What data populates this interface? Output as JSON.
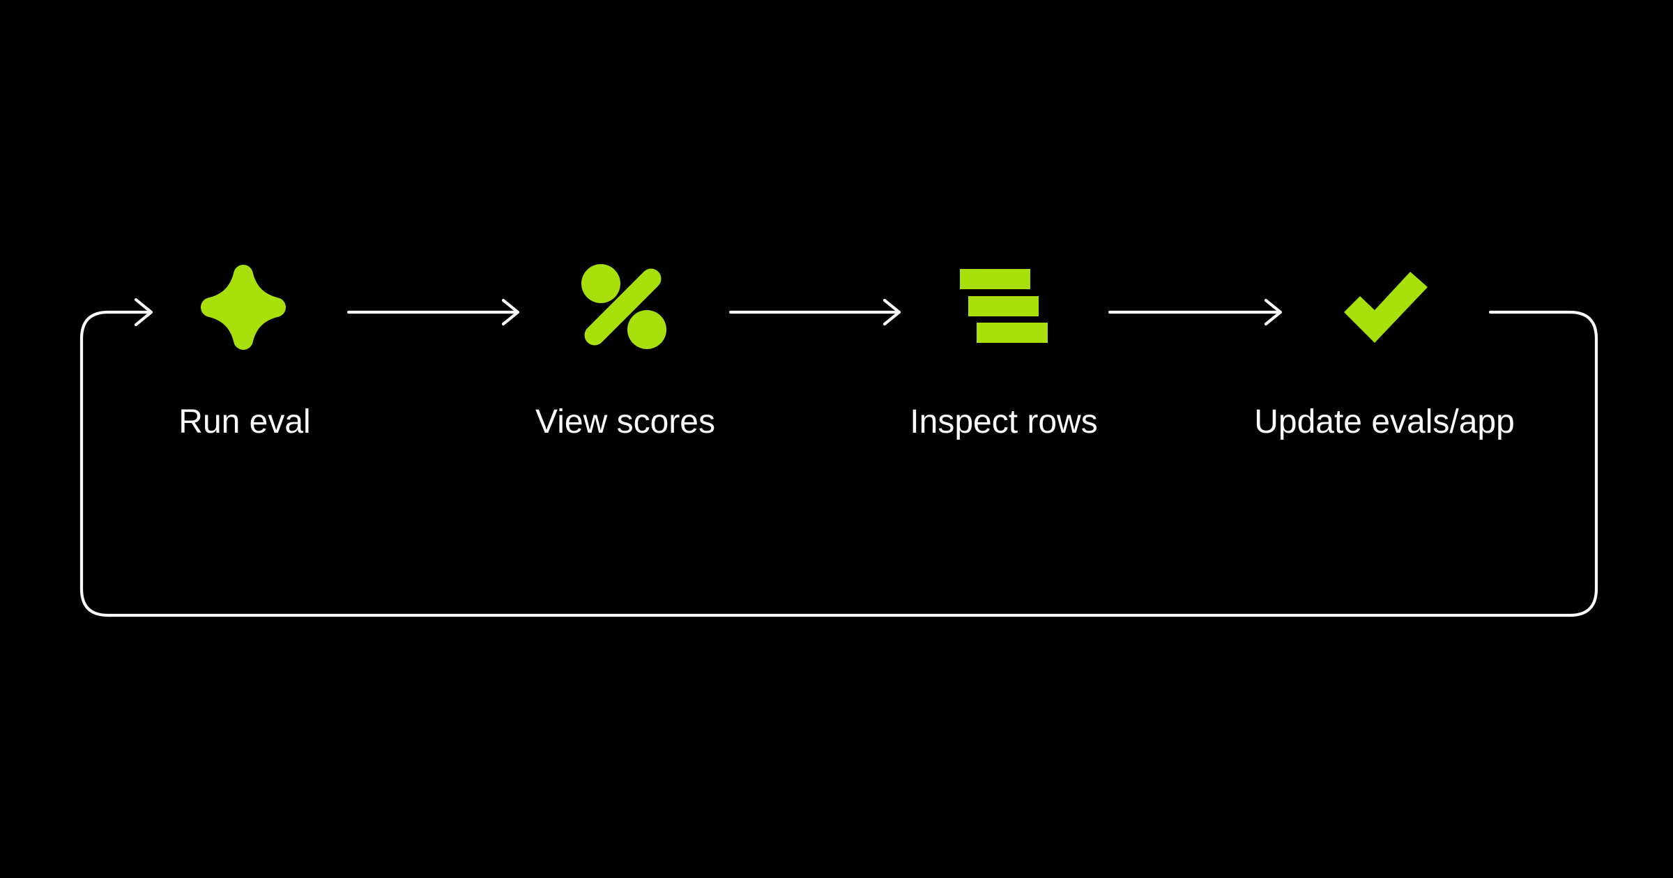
{
  "colors": {
    "background": "#000000",
    "accent": "#a8e00c",
    "line": "#fafafa",
    "text": "#fafafa"
  },
  "steps": [
    {
      "label": "Run eval",
      "icon": "sparkle-icon"
    },
    {
      "label": "View scores",
      "icon": "percent-icon"
    },
    {
      "label": "Inspect rows",
      "icon": "rows-icon"
    },
    {
      "label": "Update evals/app",
      "icon": "check-icon"
    }
  ],
  "flow": {
    "connector_style": "arrow",
    "loop_back_from_last_to_first": true
  }
}
